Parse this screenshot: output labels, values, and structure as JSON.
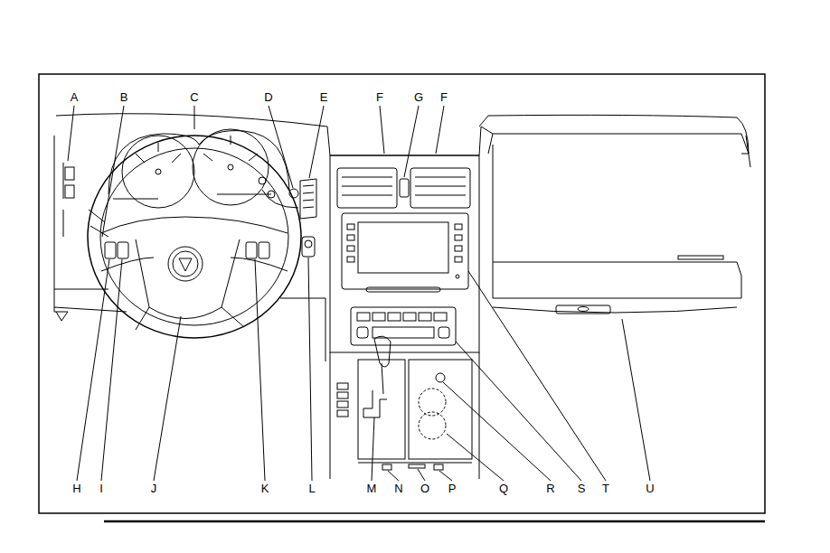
{
  "diagram": {
    "labels": [
      "A",
      "B",
      "C",
      "D",
      "E",
      "F",
      "G",
      "F",
      "H",
      "I",
      "J",
      "K",
      "L",
      "M",
      "N",
      "O",
      "P",
      "Q",
      "R",
      "S",
      "T",
      "U"
    ]
  }
}
